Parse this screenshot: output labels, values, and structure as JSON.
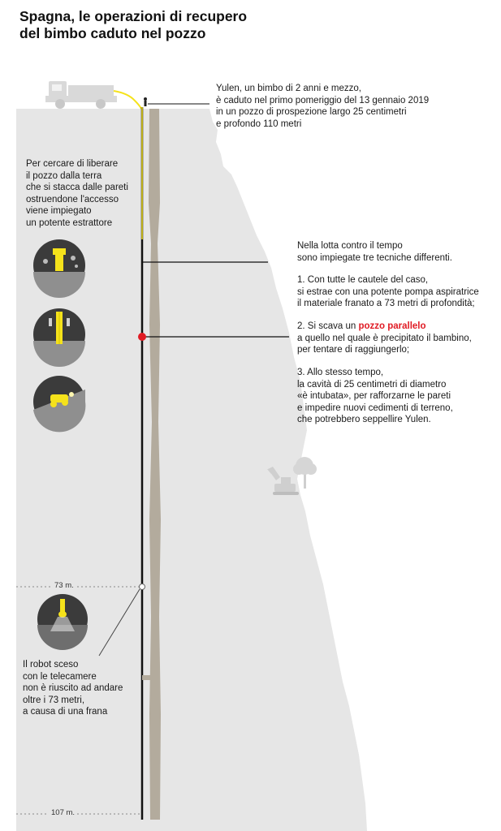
{
  "title": "Spagna, le operazioni di recupero\ndel bimbo caduto nel pozzo",
  "intro": "Yulen, un bimbo di 2 anni e mezzo,\nè caduto nel primo pomeriggio del 13 gennaio 2019\nin un pozzo di prospezione largo 25 centimetri\ne profondo 110 metri",
  "extractor_note": "Per cercare di liberare\nil pozzo dalla terra\nche si stacca dalle pareti\nostruendone l'accesso\nviene impiegato\nun potente estrattore",
  "techniques": {
    "intro": "Nella lotta contro il tempo\nsono impiegate tre tecniche differenti.",
    "step1": "1. Con tutte le cautele del caso,\nsi estrae con una potente pompa aspiratrice\nil materiale franato a 73 metri di profondità;",
    "step2_before": "2. Si scava un ",
    "step2_highlight": "pozzo parallelo",
    "step2_after": "\na quello nel quale è precipitato il bambino,\nper tentare di raggiungerlo;",
    "step3": "3. Allo stesso tempo,\nla cavità di 25 centimetri di diametro\n«è intubata», per rafforzarne le pareti\ne impedire nuovi cedimenti di terreno,\nche potrebbero seppellire Yulen."
  },
  "robot_note": "Il robot sceso\ncon le telecamere\nnon è riuscito ad andare\noltre i 73 metri,\na causa di una frana",
  "depths": {
    "d73": "73 m.",
    "d107": "107 m."
  },
  "icons": [
    "truck-icon",
    "extractor-icon",
    "drill-icon",
    "robot-icon",
    "excavator-icon",
    "tree-icon",
    "camera-robot-icon"
  ],
  "colors": {
    "ground": "#e6e6e6",
    "shaft": "#b3ab9d",
    "accent_yellow": "#f5e21b",
    "highlight_red": "#e01b24",
    "circle_dark": "#3b3b3b"
  }
}
